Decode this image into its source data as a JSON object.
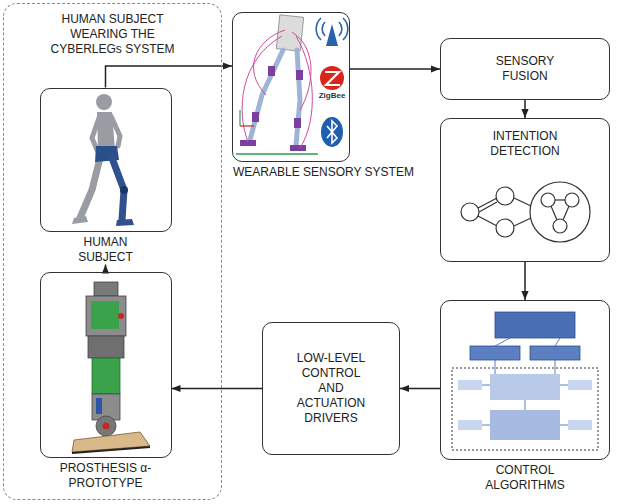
{
  "diagram": {
    "nodes": [
      {
        "text": [
          "HUMAN SUBJECT WEARING THE CYBERLEGs SYSTEM"
        ]
      },
      {
        "text": [
          "HUMAN SUBJECT"
        ],
        "in": 0
      },
      {
        "text": [
          "WEARABLE SENSORY SYSTEM"
        ]
      },
      {
        "text": [
          "SENSORY FUSION"
        ]
      },
      {
        "text": [
          "INTENTION DETECTION"
        ]
      },
      {
        "text": [
          "CONTROL ALGORITHMS"
        ]
      },
      {
        "text": [
          "LOW-LEVEL CONTROL AND ACTUATION DRIVERS"
        ]
      },
      {
        "text": [
          "PROSTHESIS α-PROTOTYPE"
        ],
        "in": 0
      }
    ],
    "edges": [
      {
        "from": 1,
        "to": 2,
        "arrow": "to"
      },
      {
        "from": 2,
        "to": 3,
        "arrow": "to"
      },
      {
        "from": 3,
        "to": 4,
        "arrow": "to"
      },
      {
        "from": 4,
        "to": 5,
        "arrow": "to"
      },
      {
        "from": 5,
        "to": 6,
        "arrow": "to"
      },
      {
        "from": 6,
        "to": 7,
        "arrow": "to"
      },
      {
        "from": 7,
        "to": 1,
        "arrow": "to"
      }
    ],
    "labels": [
      "ZigBee"
    ]
  }
}
